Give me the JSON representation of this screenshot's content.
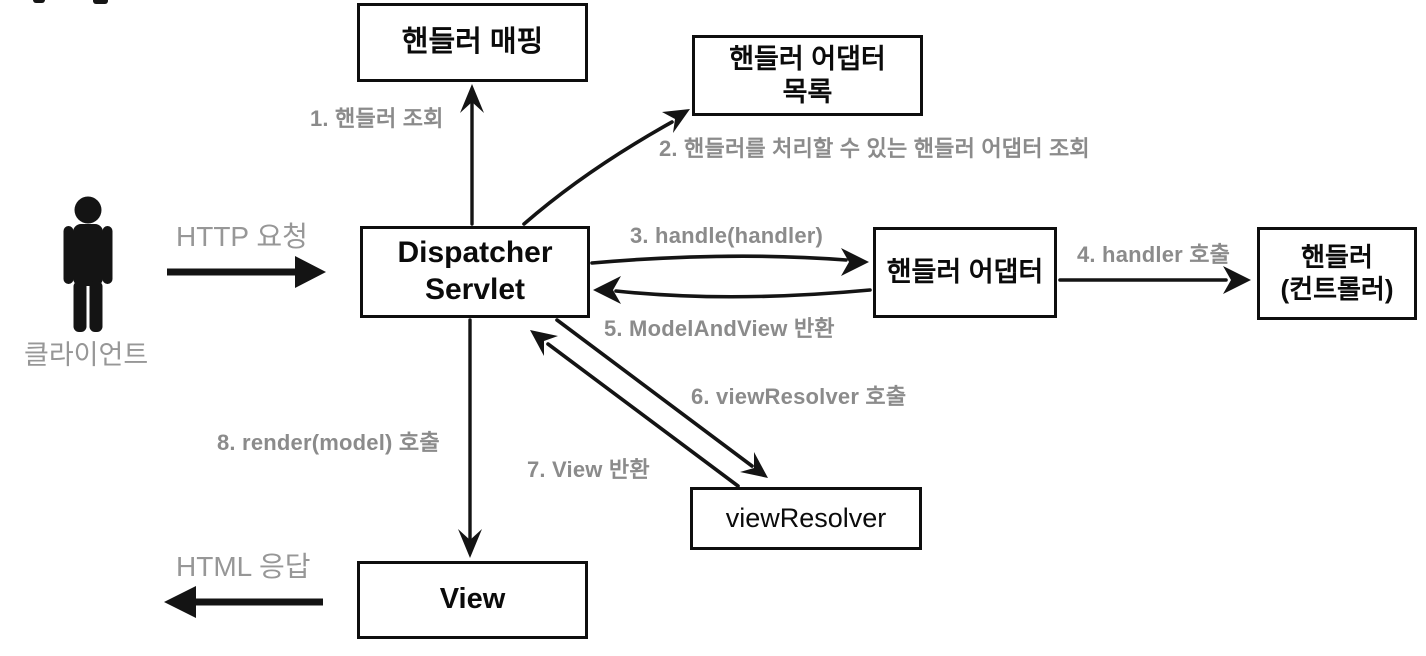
{
  "diagram": {
    "actor": {
      "label": "클라이언트"
    },
    "flows": {
      "http_request": "HTTP 요청",
      "html_response": "HTML 응답"
    },
    "boxes": {
      "handler_mapping": {
        "label": "핸들러 매핑"
      },
      "handler_adapter_list": {
        "label": "핸들러 어댑터\n목록"
      },
      "dispatcher_servlet": {
        "label": "Dispatcher\nServlet"
      },
      "handler_adapter": {
        "label": "핸들러 어댑터"
      },
      "handler_controller": {
        "label": "핸들러\n(컨트롤러)"
      },
      "view_resolver": {
        "label": "viewResolver"
      },
      "view": {
        "label": "View"
      }
    },
    "steps": {
      "s1": "1. 핸들러 조회",
      "s2": "2. 핸들러를 처리할 수 있는 핸들러 어댑터 조회",
      "s3": "3. handle(handler)",
      "s4": "4. handler 호출",
      "s5": "5. ModelAndView 반환",
      "s6": "6. viewResolver 호출",
      "s7": "7. View 반환",
      "s8": "8. render(model) 호출"
    },
    "colors": {
      "box_border": "#0e0e0e",
      "arrow_black": "#141414",
      "step_label_gray": "#8b8b8b",
      "flow_label_gray": "#979797"
    }
  }
}
